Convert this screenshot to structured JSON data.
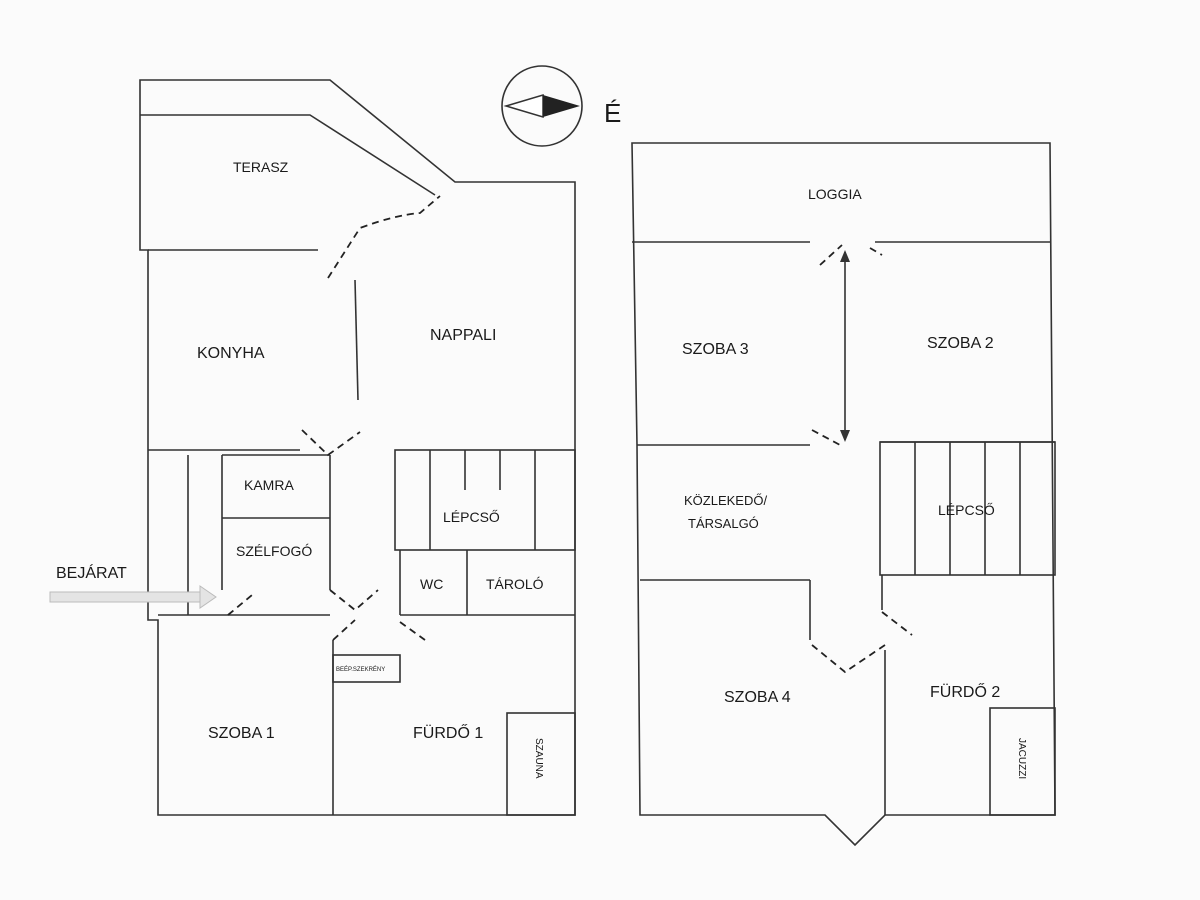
{
  "compass": {
    "north_label": "É"
  },
  "ground_floor": {
    "entrance_label": "BEJÁRAT",
    "rooms": {
      "terasz": "TERASZ",
      "konyha": "KONYHA",
      "nappali": "NAPPALI",
      "kamra": "KAMRA",
      "szelfogo": "SZÉLFOGÓ",
      "lepcso": "LÉPCSŐ",
      "wc": "WC",
      "tarolo": "TÁROLÓ",
      "beep_szekreny": "BEÉP.SZEKRÉNY",
      "szoba1": "SZOBA 1",
      "furdo1": "FÜRDŐ 1",
      "szauna": "SZAUNA"
    }
  },
  "upper_floor": {
    "rooms": {
      "loggia": "LOGGIA",
      "szoba3": "SZOBA 3",
      "szoba2": "SZOBA 2",
      "kozlekedo_1": "KÖZLEKEDŐ/",
      "kozlekedo_2": "TÁRSALGÓ",
      "lepcso": "LÉPCSŐ",
      "szoba4": "SZOBA 4",
      "furdo2": "FÜRDŐ 2",
      "jacuzzi": "JACUZZI"
    }
  }
}
